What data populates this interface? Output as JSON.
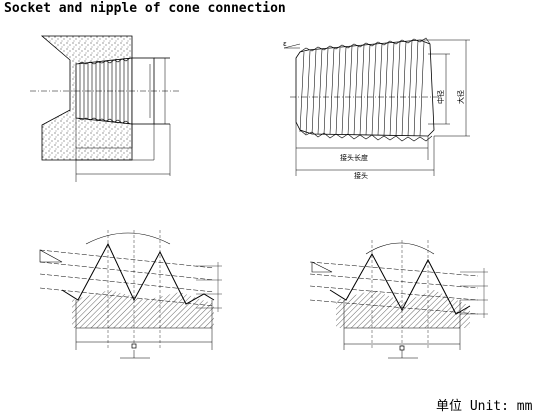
{
  "title": "Socket and nipple of cone connection",
  "unit_text": "单位 Unit: mm",
  "labels": {
    "nipple_thread_length": "接头长度",
    "nipple": "接头",
    "pitch_diameter": "中径",
    "major_diameter": "大径",
    "taper_mark": "ε"
  }
}
